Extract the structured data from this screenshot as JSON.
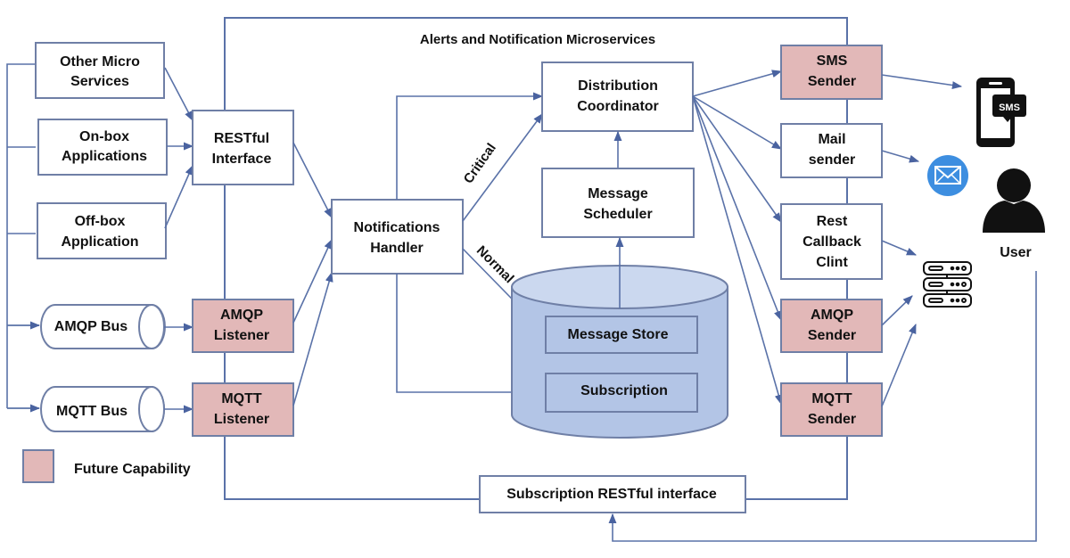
{
  "title": "Alerts and Notification Microservices",
  "colors": {
    "line": "#5a72a8",
    "box_border": "#6f7fa6",
    "box_fill": "#ffffff",
    "future_fill": "#e2b8b8",
    "db_fill": "#b3c5e6",
    "db_top": "#cbd8ef",
    "mail_icon": "#3d8ee0",
    "icon_dark": "#111111"
  },
  "sources": {
    "other_micro_services": [
      "Other Micro",
      "Services"
    ],
    "on_box_applications": [
      "On-box",
      "Applications"
    ],
    "off_box_application": [
      "Off-box",
      "Application"
    ],
    "amqp_bus": "AMQP Bus",
    "mqtt_bus": "MQTT Bus"
  },
  "ingress": {
    "restful_interface": [
      "RESTful",
      "Interface"
    ],
    "amqp_listener": [
      "AMQP",
      "Listener"
    ],
    "mqtt_listener": [
      "MQTT",
      "Listener"
    ]
  },
  "core": {
    "notifications_handler": [
      "Notifications",
      "Handler"
    ],
    "distribution_coordinator": [
      "Distribution",
      "Coordinator"
    ],
    "message_scheduler": [
      "Message",
      "Scheduler"
    ],
    "message_store": "Message Store",
    "subscription": "Subscription",
    "subscription_restful": "Subscription RESTful interface"
  },
  "edges": {
    "critical": "Critical",
    "normal": "Normal"
  },
  "senders": {
    "sms_sender": [
      "SMS",
      "Sender"
    ],
    "mail_sender": [
      "Mail",
      "sender"
    ],
    "rest_callback": [
      "Rest",
      "Callback",
      "Clint"
    ],
    "amqp_sender": [
      "AMQP",
      "Sender"
    ],
    "mqtt_sender": [
      "MQTT",
      "Sender"
    ]
  },
  "endpoints": {
    "sms_badge": "SMS",
    "user_label": "User"
  },
  "legend": {
    "future_capability": "Future Capability"
  }
}
